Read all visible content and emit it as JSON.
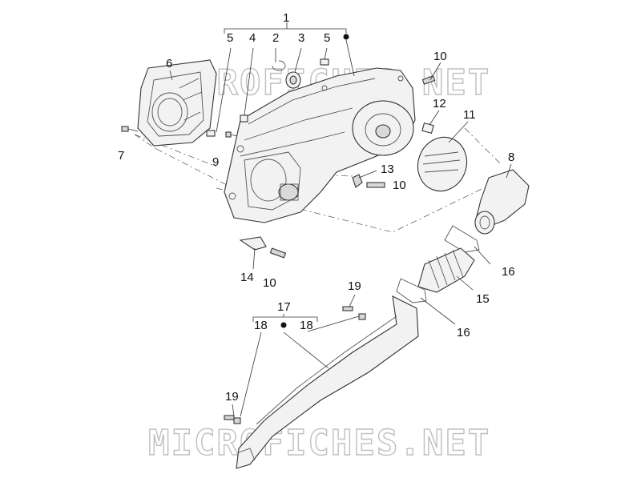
{
  "watermark_text": "MICROFICHES.NET",
  "callouts": {
    "c1": "1",
    "c5a": "5",
    "c4": "4",
    "c2": "2",
    "c3": "3",
    "c5b": "5",
    "c6": "6",
    "c7": "7",
    "c9": "9",
    "c10a": "10",
    "c12": "12",
    "c11": "11",
    "c8": "8",
    "c13": "13",
    "c10b": "10",
    "c14": "14",
    "c10c": "10",
    "c16a": "16",
    "c15": "15",
    "c16b": "16",
    "c19a": "19",
    "c17": "17",
    "c18a": "18",
    "c18b": "18",
    "c19b": "19"
  },
  "colors": {
    "line": "#333333",
    "fill": "#f2f2f2",
    "watermark_stroke": "#bfbfbf"
  }
}
